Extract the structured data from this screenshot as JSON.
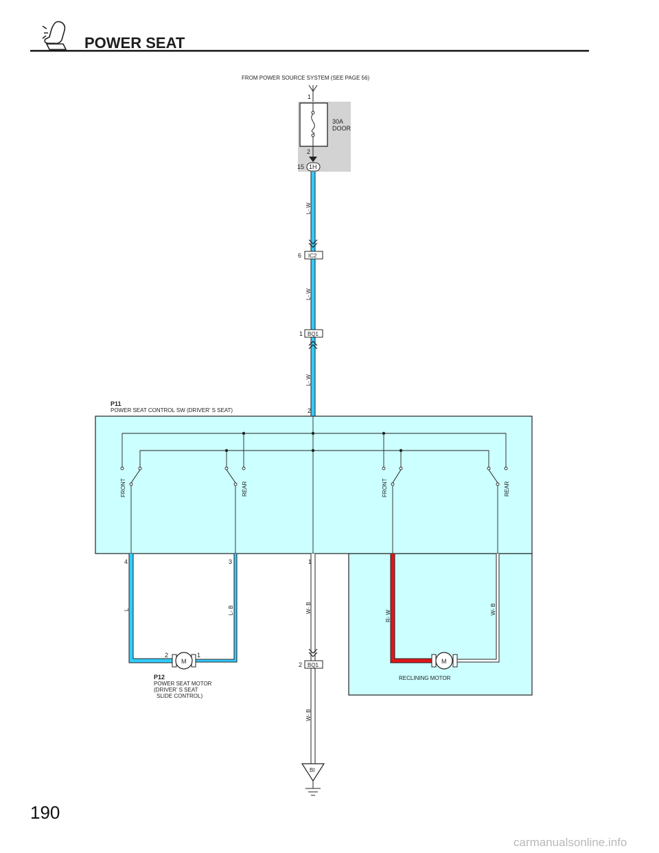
{
  "header": {
    "title": "POWER SEAT",
    "icon": "power-seat-icon"
  },
  "page_number": "190",
  "watermark": "carmanualsonline.info",
  "source": {
    "label": "FROM POWER SOURCE SYSTEM (SEE PAGE 56)"
  },
  "fuse": {
    "rating": "30A",
    "name": "DOOR",
    "pin_in": "1",
    "pin_out": "2"
  },
  "connectors": {
    "1h": {
      "id": "1H",
      "pin": "15"
    },
    "ic2": {
      "id": "IC2",
      "pin": "6"
    },
    "bq1_top": {
      "id": "BQ1",
      "pin": "1"
    },
    "bq1_bottom": {
      "id": "BQ1",
      "pin": "2"
    }
  },
  "wires": {
    "lw1": "L- W",
    "lw2": "L- W",
    "lw3": "L- W",
    "l": "L",
    "lb": "L- B",
    "wb1": "W- B",
    "rw": "R- W",
    "wb2": "W- B",
    "wb3": "W- B"
  },
  "switch": {
    "code": "P11",
    "name": "POWER SEAT CONTROL SW (DRIVER’ S SEAT)",
    "pin_top": "2",
    "pins": {
      "p4": "4",
      "p3": "3",
      "p1": "1"
    },
    "positions": {
      "front_left": "FRONT",
      "rear_left": "REAR",
      "front_right": "FRONT",
      "rear_right": "REAR"
    }
  },
  "slide_motor": {
    "code": "P12",
    "name_line1": "POWER SEAT MOTOR",
    "name_line2": "(DRIVER’ S SEAT",
    "name_line3": "SLIDE CONTROL)",
    "symbol": "M",
    "pin_left": "2",
    "pin_right": "1"
  },
  "recline_motor": {
    "name": "RECLINING MOTOR",
    "symbol": "M"
  },
  "ground": {
    "id": "BI"
  },
  "colors": {
    "lw": "#33ccff",
    "l": "#33ccff",
    "lb": "#33ccff",
    "rw": "#e0161b",
    "wb": "#ffffff",
    "box": "#ccffff"
  }
}
